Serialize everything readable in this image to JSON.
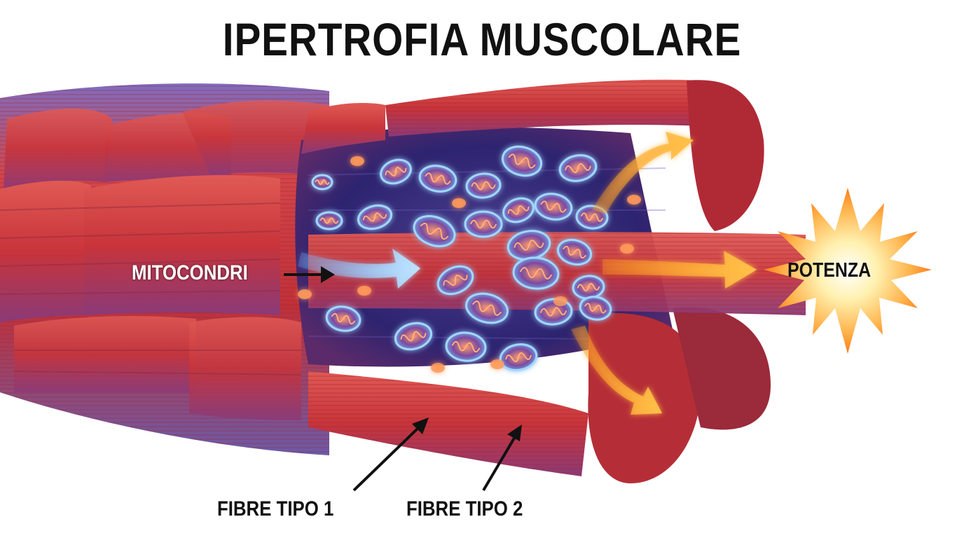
{
  "title": "IPERTROFIA MUSCOLARE",
  "labels": {
    "mitochondria": "MITOCONDRI",
    "power": "POTENZA",
    "fiber_type_1": "FIBRE TIPO 1",
    "fiber_type_2": "FIBRE TIPO 2"
  },
  "colors": {
    "muscle_red": "#c8343a",
    "muscle_purple": "#6a5aa8",
    "mitochondria_blue": "#4aa3ff",
    "energy_orange": "#ff9a1f",
    "title_text": "#111111"
  },
  "illustration": {
    "subject": "muscle-fiber-cross-section",
    "icons": [
      "mitochondrion-icon",
      "energy-arrow-icon",
      "burst-icon",
      "pointer-arrow-icon"
    ]
  }
}
